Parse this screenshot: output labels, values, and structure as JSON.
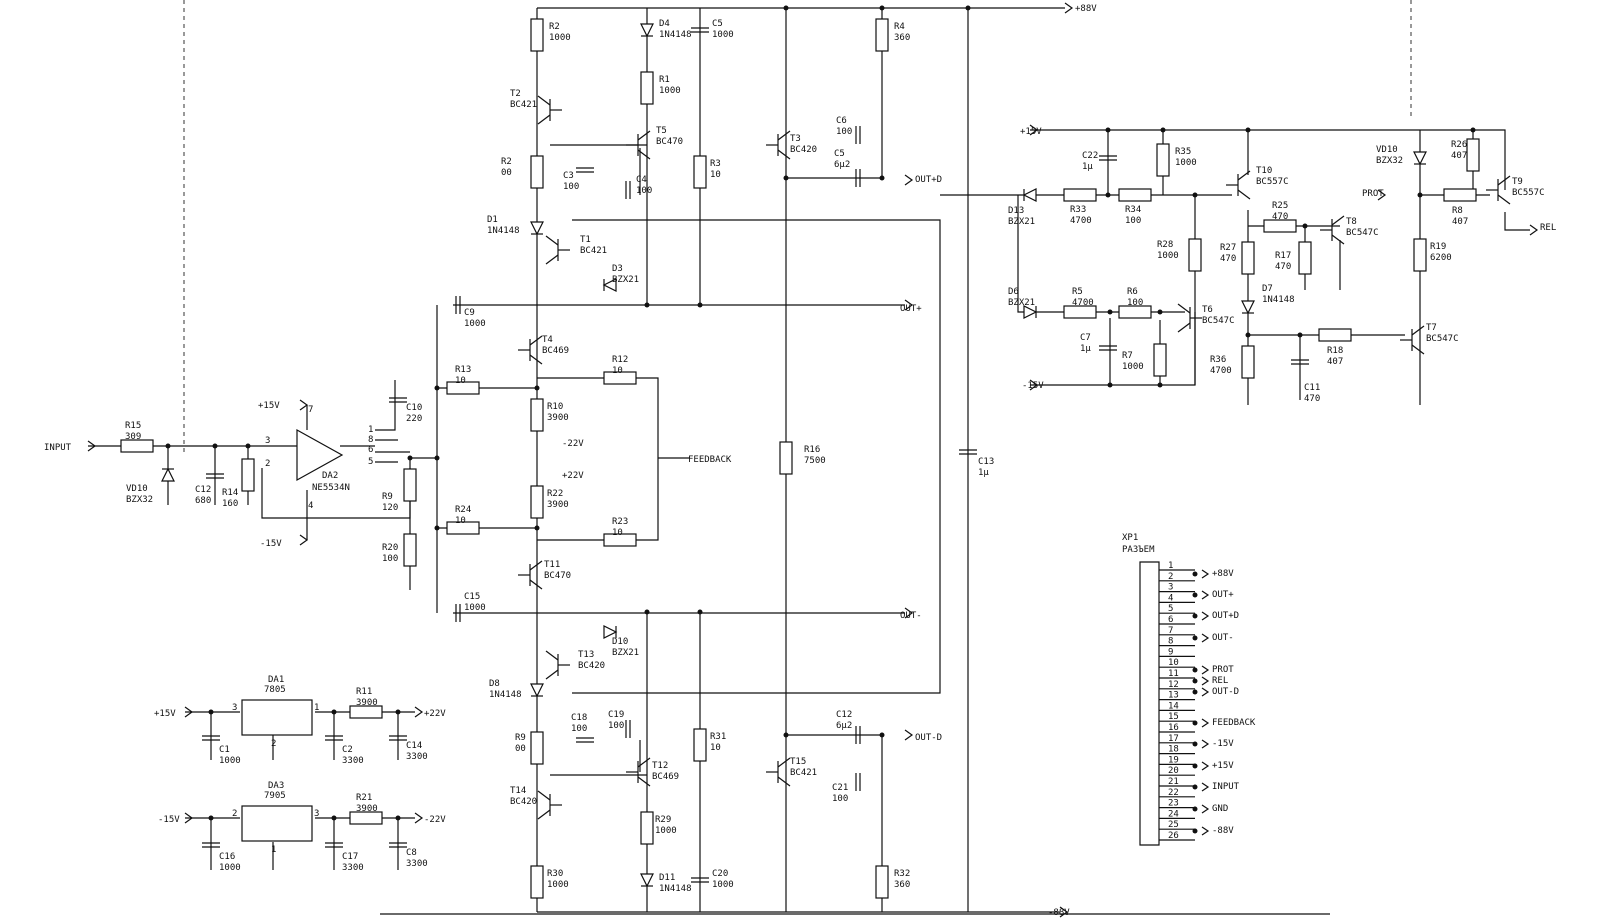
{
  "resistors": [
    {
      "id": "R2",
      "ref": "R2",
      "val": "1000"
    },
    {
      "id": "R1",
      "ref": "R1",
      "val": "1000"
    },
    {
      "id": "R4",
      "ref": "R4",
      "val": "360"
    },
    {
      "id": "R2b",
      "ref": "R2",
      "val": "00"
    },
    {
      "id": "R3",
      "ref": "R3",
      "val": "10"
    },
    {
      "id": "R13",
      "ref": "R13",
      "val": "10"
    },
    {
      "id": "R12",
      "ref": "R12",
      "val": "10"
    },
    {
      "id": "R10",
      "ref": "R10",
      "val": "3900"
    },
    {
      "id": "R22",
      "ref": "R22",
      "val": "3900"
    },
    {
      "id": "R24",
      "ref": "R24",
      "val": "10"
    },
    {
      "id": "R23",
      "ref": "R23",
      "val": "10"
    },
    {
      "id": "R9",
      "ref": "R9",
      "val": "120"
    },
    {
      "id": "R20",
      "ref": "R20",
      "val": "100"
    },
    {
      "id": "R15",
      "ref": "R15",
      "val": "309"
    },
    {
      "id": "R14",
      "ref": "R14",
      "val": "160"
    },
    {
      "id": "R16",
      "ref": "R16",
      "val": "7500"
    },
    {
      "id": "R9b",
      "ref": "R9",
      "val": "00"
    },
    {
      "id": "R29",
      "ref": "R29",
      "val": "1000"
    },
    {
      "id": "R30",
      "ref": "R30",
      "val": "1000"
    },
    {
      "id": "R31",
      "ref": "R31",
      "val": "10"
    },
    {
      "id": "R32",
      "ref": "R32",
      "val": "360"
    },
    {
      "id": "R11",
      "ref": "R11",
      "val": "3900"
    },
    {
      "id": "R21",
      "ref": "R21",
      "val": "3900"
    },
    {
      "id": "R33",
      "ref": "R33",
      "val": "4700"
    },
    {
      "id": "R34",
      "ref": "R34",
      "val": "100"
    },
    {
      "id": "R35",
      "ref": "R35",
      "val": "1000"
    },
    {
      "id": "R25",
      "ref": "R25",
      "val": "470"
    },
    {
      "id": "R17",
      "ref": "R17",
      "val": "470"
    },
    {
      "id": "R26",
      "ref": "R26",
      "val": "407"
    },
    {
      "id": "R8",
      "ref": "R8",
      "val": "407"
    },
    {
      "id": "R28",
      "ref": "R28",
      "val": "1000"
    },
    {
      "id": "R27",
      "ref": "R27",
      "val": "470"
    },
    {
      "id": "R19",
      "ref": "R19",
      "val": "6200"
    },
    {
      "id": "R5",
      "ref": "R5",
      "val": "4700"
    },
    {
      "id": "R6",
      "ref": "R6",
      "val": "100"
    },
    {
      "id": "R7",
      "ref": "R7",
      "val": "1000"
    },
    {
      "id": "R36",
      "ref": "R36",
      "val": "4700"
    },
    {
      "id": "R18",
      "ref": "R18",
      "val": "407"
    }
  ],
  "capacitors": [
    {
      "id": "C5",
      "ref": "C5",
      "val": "1000"
    },
    {
      "id": "C6",
      "ref": "C6",
      "val": "100"
    },
    {
      "id": "C5b",
      "ref": "C5",
      "val": "6μ2"
    },
    {
      "id": "C3",
      "ref": "C3",
      "val": "100"
    },
    {
      "id": "C4",
      "ref": "C4",
      "val": "100"
    },
    {
      "id": "C9",
      "ref": "C9",
      "val": "1000"
    },
    {
      "id": "C10",
      "ref": "C10",
      "val": "220"
    },
    {
      "id": "C12",
      "ref": "C12",
      "val": "680"
    },
    {
      "id": "C15",
      "ref": "C15",
      "val": "1000"
    },
    {
      "id": "C13",
      "ref": "C13",
      "val": "1μ"
    },
    {
      "id": "C18",
      "ref": "C18",
      "val": "100"
    },
    {
      "id": "C19",
      "ref": "C19",
      "val": "100"
    },
    {
      "id": "C12b",
      "ref": "C12",
      "val": "6μ2"
    },
    {
      "id": "C21",
      "ref": "C21",
      "val": "100"
    },
    {
      "id": "C20",
      "ref": "C20",
      "val": "1000"
    },
    {
      "id": "C1",
      "ref": "C1",
      "val": "1000"
    },
    {
      "id": "C2",
      "ref": "C2",
      "val": "3300"
    },
    {
      "id": "C14",
      "ref": "C14",
      "val": "3300"
    },
    {
      "id": "C16",
      "ref": "C16",
      "val": "1000"
    },
    {
      "id": "C17",
      "ref": "C17",
      "val": "3300"
    },
    {
      "id": "C8",
      "ref": "C8",
      "val": "3300"
    },
    {
      "id": "C22",
      "ref": "C22",
      "val": "1μ"
    },
    {
      "id": "C7",
      "ref": "C7",
      "val": "1μ"
    },
    {
      "id": "C11",
      "ref": "C11",
      "val": "470"
    }
  ],
  "diodes": [
    {
      "id": "D4",
      "ref": "D4",
      "val": "1N4148"
    },
    {
      "id": "D1",
      "ref": "D1",
      "val": "1N4148"
    },
    {
      "id": "D3",
      "ref": "D3",
      "val": "BZX21"
    },
    {
      "id": "D10",
      "ref": "D10",
      "val": "BZX21"
    },
    {
      "id": "D8",
      "ref": "D8",
      "val": "1N4148"
    },
    {
      "id": "D11",
      "ref": "D11",
      "val": "1N4148"
    },
    {
      "id": "VD10",
      "ref": "VD10",
      "val": "BZX32"
    },
    {
      "id": "D13",
      "ref": "D13",
      "val": "BZX21"
    },
    {
      "id": "D6",
      "ref": "D6",
      "val": "BZX21"
    },
    {
      "id": "D7",
      "ref": "D7",
      "val": "1N4148"
    },
    {
      "id": "VD10b",
      "ref": "VD10",
      "val": "BZX32"
    }
  ],
  "transistors": [
    {
      "id": "T2",
      "ref": "T2",
      "val": "BC421"
    },
    {
      "id": "T5",
      "ref": "T5",
      "val": "BC470"
    },
    {
      "id": "T3",
      "ref": "T3",
      "val": "BC420"
    },
    {
      "id": "T1",
      "ref": "T1",
      "val": "BC421"
    },
    {
      "id": "T4",
      "ref": "T4",
      "val": "BC469"
    },
    {
      "id": "T11",
      "ref": "T11",
      "val": "BC470"
    },
    {
      "id": "T13",
      "ref": "T13",
      "val": "BC420"
    },
    {
      "id": "T12",
      "ref": "T12",
      "val": "BC469"
    },
    {
      "id": "T14",
      "ref": "T14",
      "val": "BC420"
    },
    {
      "id": "T15",
      "ref": "T15",
      "val": "BC421"
    },
    {
      "id": "T10",
      "ref": "T10",
      "val": "BC557C"
    },
    {
      "id": "T8",
      "ref": "T8",
      "val": "BC547C"
    },
    {
      "id": "T9",
      "ref": "T9",
      "val": "BC557C"
    },
    {
      "id": "T6",
      "ref": "T6",
      "val": "BC547C"
    },
    {
      "id": "T7",
      "ref": "T7",
      "val": "BC547C"
    }
  ],
  "opamp": {
    "ref": "DA2",
    "val": "NE5534N",
    "pins": [
      "3",
      "2",
      "7",
      "4",
      "1",
      "8",
      "6",
      "5"
    ]
  },
  "regulators": [
    {
      "ref": "DA1",
      "val": "7805",
      "pin_in": "3",
      "pin_out": "1",
      "pin_gnd": "2"
    },
    {
      "ref": "DA3",
      "val": "7905",
      "pin_in": "2",
      "pin_out": "3",
      "pin_gnd": "1"
    }
  ],
  "nets": {
    "plus88": "+88V",
    "minus88": "-88V",
    "plus15": "+15V",
    "minus15": "-15V",
    "plus22": "+22V",
    "minus22": "-22V",
    "input": "INPUT",
    "outp": "OUT+",
    "outpd": "OUT+D",
    "outm": "OUT-",
    "outmd": "OUT-D",
    "fb": "FEEDBACK",
    "prot": "PROT",
    "relay": "REL",
    "gnd": "GND"
  },
  "connector": {
    "ref": "XP1",
    "type": "РАЗЪЕМ",
    "pins": [
      "1",
      "2",
      "3",
      "4",
      "5",
      "6",
      "7",
      "8",
      "9",
      "10",
      "11",
      "12",
      "13",
      "14",
      "15",
      "16",
      "17",
      "18",
      "19",
      "20",
      "21",
      "22",
      "23",
      "24",
      "25",
      "26"
    ],
    "signals": [
      "+88V",
      "OUT+",
      "OUT+D",
      "OUT-",
      "PROT",
      "REL",
      "OUT-D",
      "FEEDBACK",
      "-15V",
      "+15V",
      "INPUT",
      "GND",
      "-88V"
    ]
  }
}
